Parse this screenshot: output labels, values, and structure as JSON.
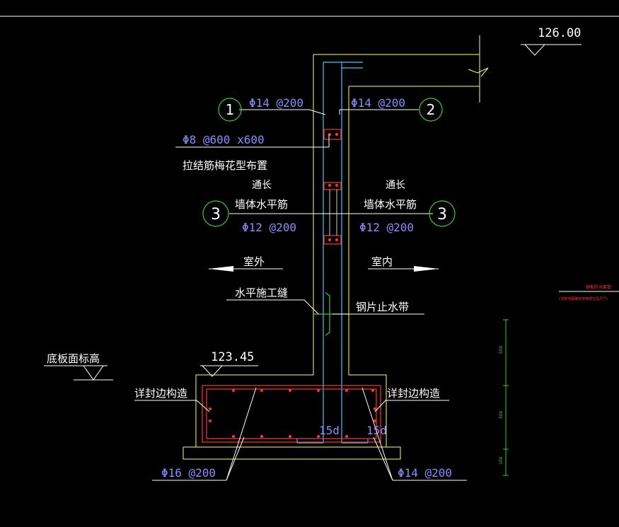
{
  "colors": {
    "background": "#000000",
    "wall": "#ffff66",
    "rebar_main": "#33ccff",
    "stirrup": "#ff3333",
    "text_blue": "#8c8cff",
    "text_white": "#ffffff",
    "circle_green": "#33cc33",
    "dim_green": "#33cc33",
    "note_red": "#ff3333"
  },
  "elevations": {
    "top": "126.00",
    "slab": "123.45",
    "slab_label": "底板面标高"
  },
  "callouts": {
    "c1": {
      "num": "1",
      "spec": "Φ14 @200"
    },
    "c2": {
      "num": "2",
      "spec": "Φ14 @200"
    },
    "c3_left": {
      "num": "3",
      "line1": "通长",
      "line2": "墙体水平筋",
      "spec": "Φ12 @200"
    },
    "c3_right": {
      "num": "3",
      "line1": "通长",
      "line2": "墙体水平筋",
      "spec": "Φ12 @200"
    }
  },
  "tie_bar": {
    "spec": "Φ8 @600 x600",
    "desc": "拉结筋梅花型布置"
  },
  "sides": {
    "outside": "室外",
    "inside": "室内"
  },
  "joint": {
    "construction": "水平施工缝",
    "waterstop": "钢片止水带"
  },
  "edge": {
    "left": "详封边构造",
    "right": "详封边构造"
  },
  "anchor": {
    "left": "15d",
    "right": "15d"
  },
  "bottom_bars": {
    "left": "Φ16 @200",
    "right": "Φ14 @200"
  },
  "side_note": {
    "title": "钢板防水套管",
    "subtitle": "(详管线图确定使用部位及尺寸)"
  },
  "dims": [
    "500",
    "500",
    "100"
  ]
}
